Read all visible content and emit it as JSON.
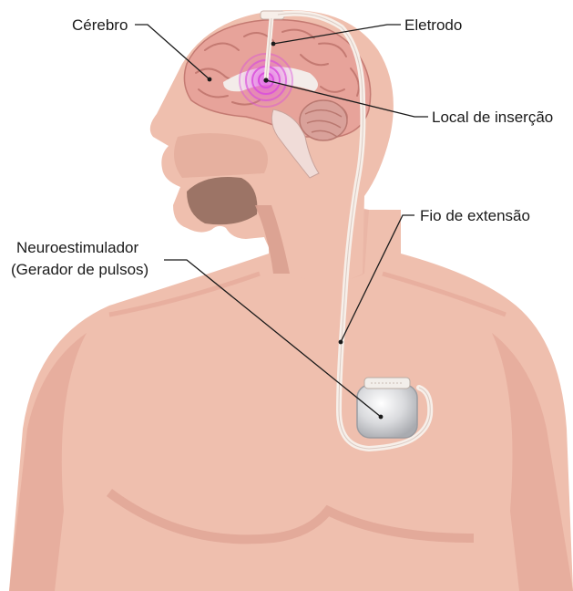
{
  "labels": {
    "brain": "Cérebro",
    "electrode": "Eletrodo",
    "insertion_site": "Local de inserção",
    "extension_wire": "Fio de extensão",
    "neurostimulator_line1": "Neuroestimulador",
    "neurostimulator_line2": "(Gerador de pulsos)"
  },
  "colors": {
    "skin": "#efbfae",
    "skin_shadow": "#e2a595",
    "skin_dark": "#d48f80",
    "brain": "#e7a39a",
    "brain_fold": "#c47a72",
    "cerebellum": "#d9a19a",
    "stimulation": "#d94fdc",
    "mouth": "#9c7466",
    "wire": "#f7efe9",
    "wire_edge": "#c8b3aa",
    "device": "#d9dadd",
    "leader": "#1a1a1a"
  }
}
